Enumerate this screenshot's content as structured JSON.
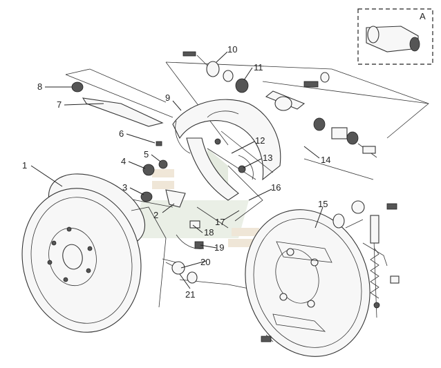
{
  "diagram": {
    "inset": {
      "label": "A"
    },
    "callouts": [
      {
        "id": "1",
        "text": "1"
      },
      {
        "id": "2",
        "text": "2"
      },
      {
        "id": "3",
        "text": "3"
      },
      {
        "id": "4",
        "text": "4"
      },
      {
        "id": "5",
        "text": "5"
      },
      {
        "id": "6",
        "text": "6"
      },
      {
        "id": "7",
        "text": "7"
      },
      {
        "id": "8",
        "text": "8"
      },
      {
        "id": "9",
        "text": "9"
      },
      {
        "id": "10",
        "text": "10"
      },
      {
        "id": "11",
        "text": "11"
      },
      {
        "id": "12",
        "text": "12"
      },
      {
        "id": "13",
        "text": "13"
      },
      {
        "id": "14",
        "text": "14"
      },
      {
        "id": "15",
        "text": "15"
      },
      {
        "id": "16",
        "text": "16"
      },
      {
        "id": "17",
        "text": "17"
      },
      {
        "id": "18",
        "text": "18"
      },
      {
        "id": "19",
        "text": "19"
      },
      {
        "id": "20",
        "text": "20"
      },
      {
        "id": "21",
        "text": "21"
      }
    ]
  }
}
